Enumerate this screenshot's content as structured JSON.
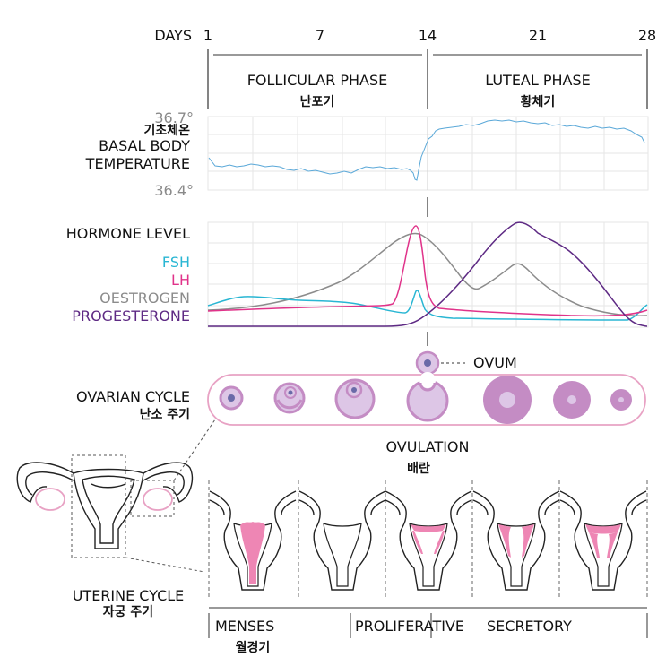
{
  "timeline": {
    "days_label": "DAYS",
    "ticks": [
      "1",
      "7",
      "14",
      "21",
      "28"
    ],
    "follicular_en": "FOLLICULAR PHASE",
    "follicular_ko": "난포기",
    "luteal_en": "LUTEAL PHASE",
    "luteal_ko": "황체기"
  },
  "temperature": {
    "label_ko": "기초체온",
    "label_en_1": "BASAL BODY",
    "label_en_2": "TEMPERATURE",
    "high": "36.7°",
    "low": "36.4°"
  },
  "hormones": {
    "title": "HORMONE LEVEL",
    "fsh": "FSH",
    "lh": "LH",
    "oestrogen": "OESTROGEN",
    "progesterone": "PROGESTERONE"
  },
  "colors": {
    "fsh": "#29b6d3",
    "lh": "#e0338a",
    "oestrogen": "#8c8c8c",
    "progesterone": "#5e2a84",
    "temp_line": "#5aa8d8",
    "follicle": "#c48cc4",
    "follicle_light": "#ddc6e6",
    "ovary_outline": "#e8a2c4",
    "endometrium": "#ee86b4"
  },
  "ovarian": {
    "label_en": "OVARIAN CYCLE",
    "label_ko": "난소 주기",
    "ovum": "OVUM",
    "ovulation_en": "OVULATION",
    "ovulation_ko": "배란"
  },
  "uterine": {
    "label_en": "UTERINE CYCLE",
    "label_ko": "자궁 주기",
    "menses_en": "MENSES",
    "menses_ko": "월경기",
    "proliferative": "PROLIFERATIVE",
    "secretory": "SECRETORY"
  }
}
